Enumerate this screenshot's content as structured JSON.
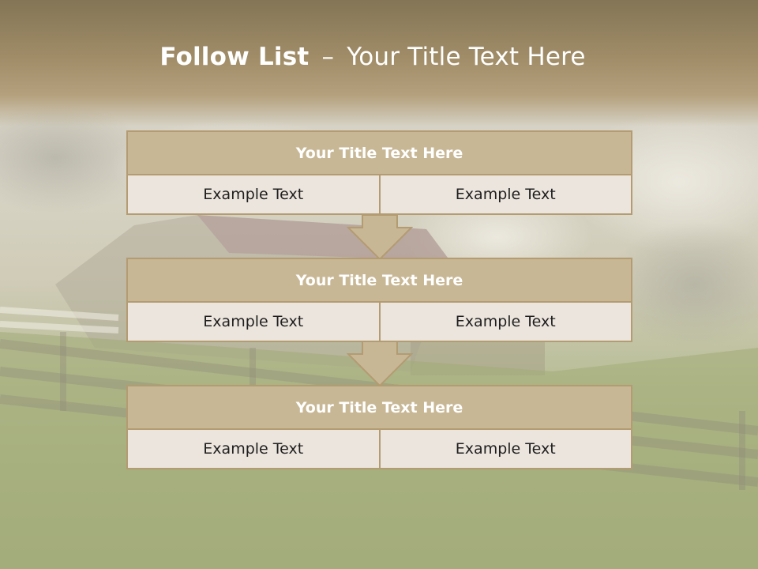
{
  "slide": {
    "title_bold": "Follow List",
    "title_separator": "–",
    "title_rest": "Your Title Text Here"
  },
  "blocks": [
    {
      "title": "Your Title Text Here",
      "left_text": "Example Text",
      "right_text": "Example Text"
    },
    {
      "title": "Your Title Text Here",
      "left_text": "Example Text",
      "right_text": "Example Text"
    },
    {
      "title": "Your Title Text Here",
      "left_text": "Example Text",
      "right_text": "Example Text"
    }
  ],
  "colors": {
    "header": "#a08c67",
    "block_title_fill": "#c8b795",
    "block_border": "#b39b72",
    "cell_fill": "#ece5dd",
    "arrow_fill": "#c8b795"
  },
  "icons": [
    "down-arrow-icon"
  ]
}
